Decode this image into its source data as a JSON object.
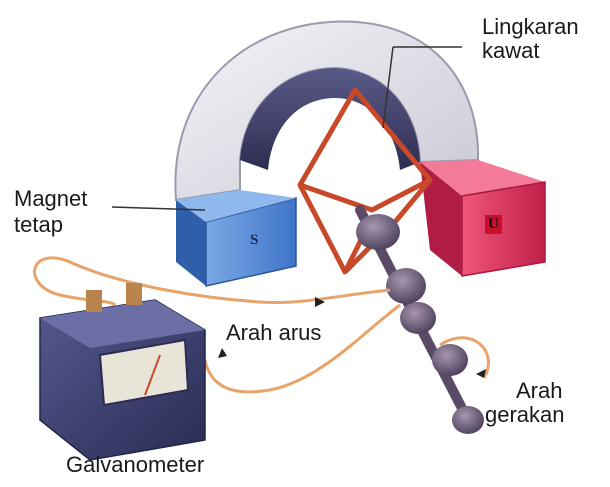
{
  "labels": {
    "loop": [
      "Lingkaran",
      "kawat"
    ],
    "magnet": [
      "Magnet",
      "tetap"
    ],
    "current": "Arah arus",
    "motion": [
      "Arah",
      "gerakan"
    ],
    "galvanometer": "Galvanometer"
  },
  "poles": {
    "left": "S",
    "right": "U"
  },
  "colors": {
    "magnet_top": "#e8e8ee",
    "magnet_inner": "#4a4a7a",
    "south_pole": "#4f86d6",
    "north_pole": "#e0335e",
    "wire_loop": "#c8482a",
    "current_wire": "#e8a36a",
    "galvanometer_body": "#3c3f6e",
    "rotor": "#6a5a78"
  }
}
